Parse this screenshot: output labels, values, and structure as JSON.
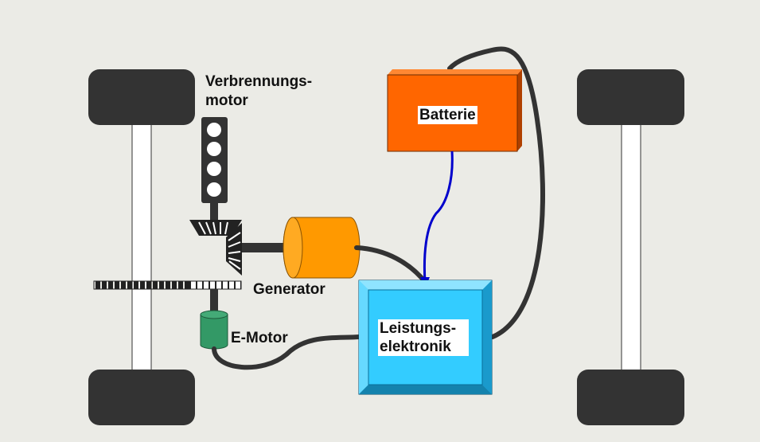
{
  "labels": {
    "engine_line1": "Verbrennungs-",
    "engine_line2": "motor",
    "generator": "Generator",
    "emotor": "E-Motor",
    "battery": "Batterie",
    "power_line1": "Leistungs-",
    "power_line2": "elektronik"
  },
  "colors": {
    "background": "#ebebe6",
    "wheel": "#333333",
    "axle": "#ffffff",
    "generator": "#ff9900",
    "emotor": "#339966",
    "battery": "#ff6600",
    "power_electronics": "#33ccff",
    "cable": "#333333",
    "signal_cable": "#0000cc"
  }
}
